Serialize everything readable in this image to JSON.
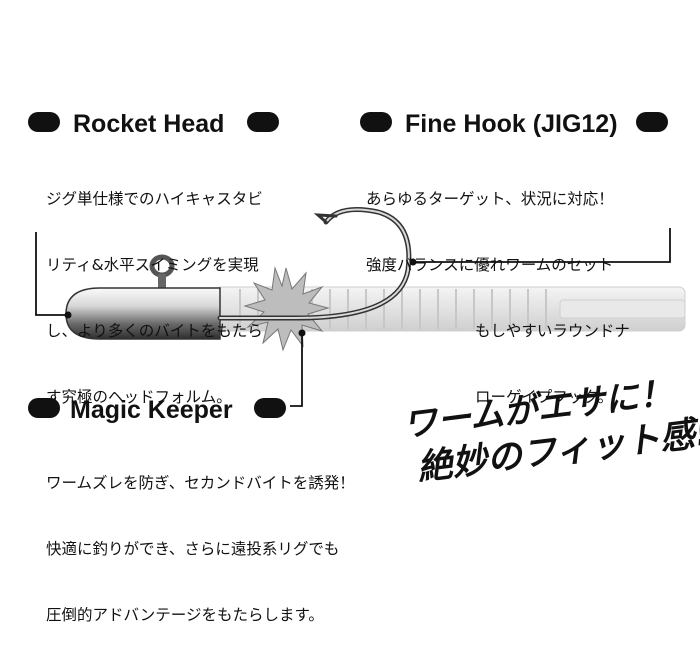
{
  "labels": {
    "rocket_head": {
      "title": "Rocket Head",
      "lines": [
        "ジグ単仕様でのハイキャスタビ",
        "リティ&水平スイミングを実現",
        "し、より多くのバイトをもたら",
        "す究極のヘッドフォルム。"
      ]
    },
    "fine_hook": {
      "title": "Fine Hook (JIG12)",
      "lines": [
        "あらゆるターゲット、状況に対応！",
        "強度バランスに優れワームのセット",
        "もしやすいラウンドナ",
        "ローゲイプフック。"
      ]
    },
    "magic_keeper": {
      "title": "Magic Keeper",
      "lines": [
        "ワームズレを防ぎ、セカンドバイトを誘発！",
        "快適に釣りができ、さらに遠投系リグでも",
        "圧倒的アドバンテージをもたらします。"
      ]
    }
  },
  "slogan": {
    "line1": "ワームがエサに！",
    "line2": "絶妙のフィット感!!"
  },
  "colors": {
    "ink": "#111111",
    "worm": "#e6e6e6",
    "head_light": "#f2f2f2",
    "head_dark": "#3a3a3a"
  }
}
